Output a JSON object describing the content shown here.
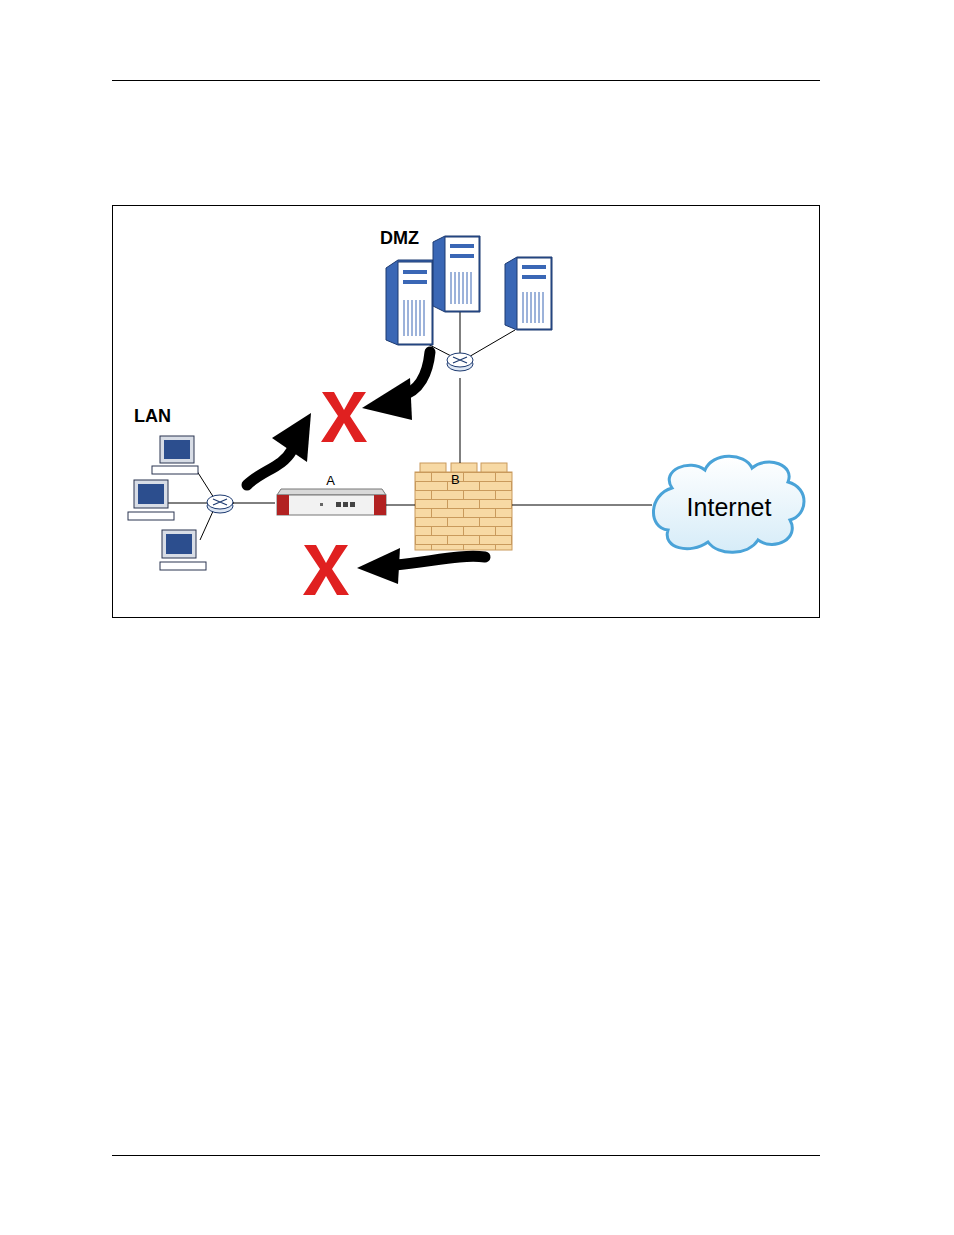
{
  "diagram": {
    "nodes": [
      {
        "text": [
          "DMZ"
        ]
      },
      {
        "text": [
          "LAN"
        ]
      },
      {
        "text": [
          "A"
        ]
      },
      {
        "text": [
          "B"
        ]
      },
      {
        "text": [
          "Internet"
        ]
      }
    ],
    "edges": [
      {
        "from": 1,
        "to": 2,
        "arrow": "none"
      },
      {
        "from": 2,
        "to": 3,
        "arrow": "none"
      },
      {
        "from": 0,
        "to": 3,
        "arrow": "none"
      },
      {
        "from": 3,
        "to": 4,
        "arrow": "none"
      }
    ]
  }
}
